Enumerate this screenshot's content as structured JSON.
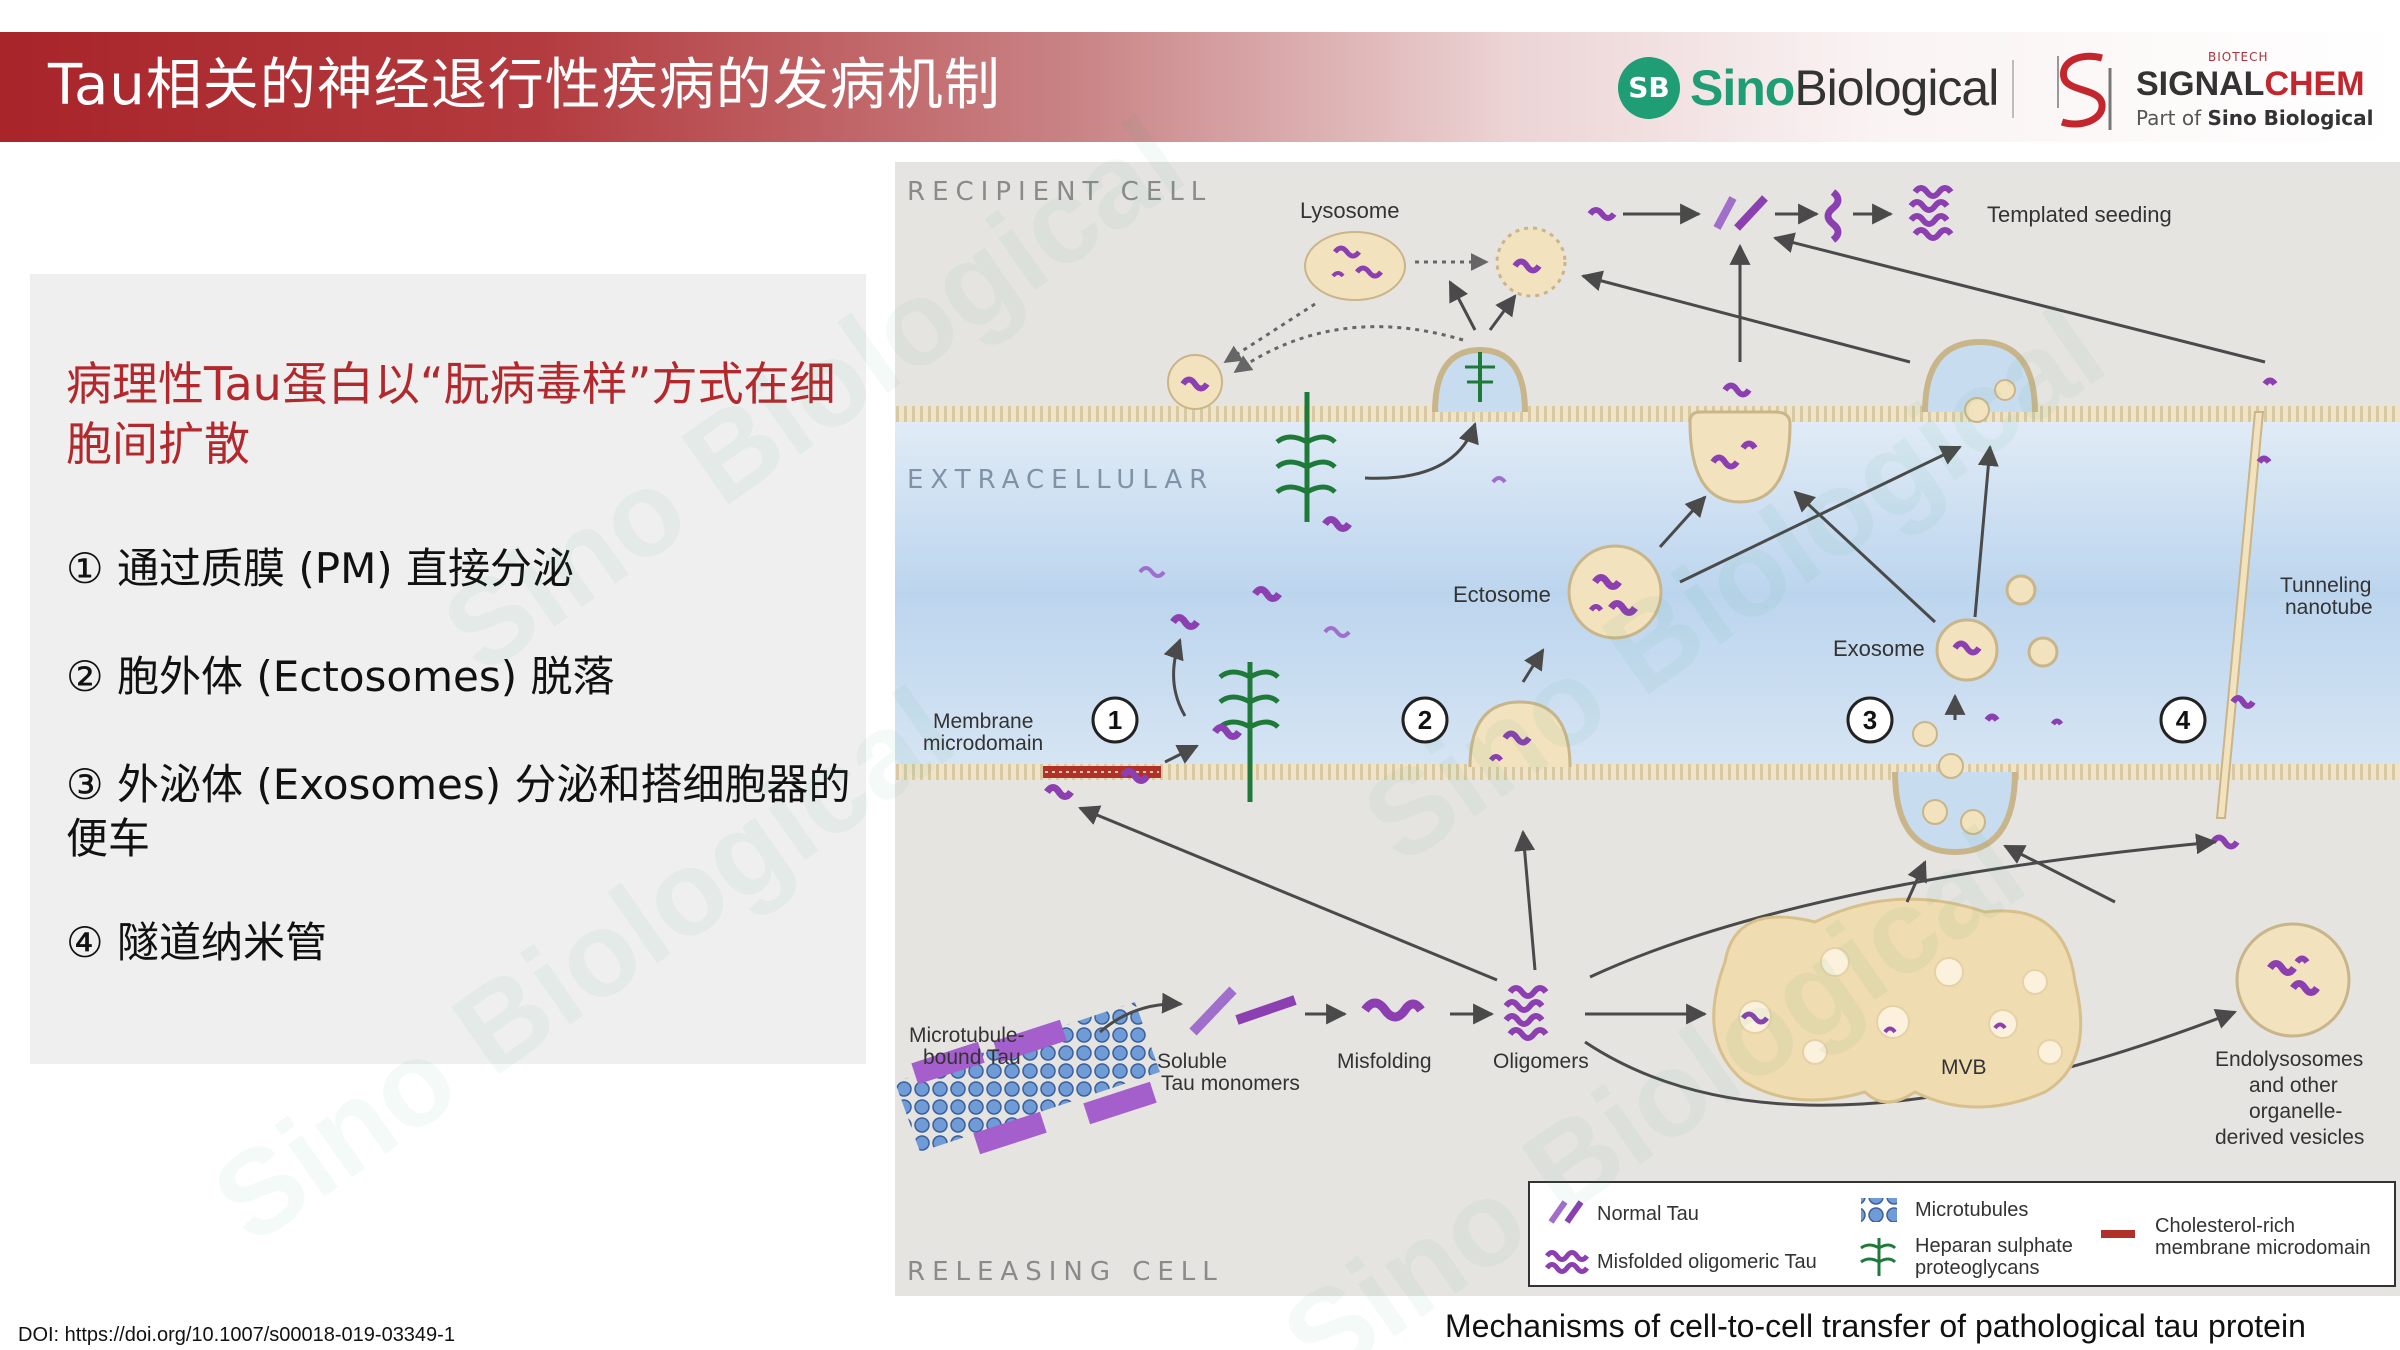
{
  "header": {
    "title": "Tau相关的神经退行性疾病的发病机制",
    "sino_logo": {
      "mark": "SB",
      "brand_part1": "Sino",
      "brand_part2": "Biological",
      "color": "#1f9d74"
    },
    "signalchem_logo": {
      "biotech": "BIOTECH",
      "brand_part1": "SIGNAL",
      "brand_part2": "CHEM",
      "tagline_prefix": "Part of ",
      "tagline_brand": "Sino Biological",
      "color": "#c4262e"
    },
    "gradient_color": "#a8252a"
  },
  "panel": {
    "heading": "病理性Tau蛋白以“朊病毒样”方式在细胞间扩散",
    "items": [
      "① 通过质膜 (PM) 直接分泌",
      "② 胞外体 (Ectosomes) 脱落",
      "③ 外泌体 (Exosomes) 分泌和搭细胞器的便车",
      "④ 隧道纳米管"
    ]
  },
  "figure": {
    "regions": {
      "recipient": "RECIPIENT CELL",
      "extracellular": "EXTRACELLULAR",
      "releasing": "RELEASING CELL"
    },
    "labels": {
      "lysosome": "Lysosome",
      "templated_seeding": "Templated seeding",
      "ectosome": "Ectosome",
      "exosome": "Exosome",
      "tunneling_1": "Tunneling",
      "tunneling_2": "nanotube",
      "membrane_1": "Membrane",
      "membrane_2": "microdomain",
      "microtubule_1": "Microtubule-",
      "microtubule_2": "bound Tau",
      "soluble_1": "Soluble",
      "soluble_2": "Tau monomers",
      "misfolding": "Misfolding",
      "oligomers": "Oligomers",
      "mvb": "MVB",
      "endo_1": "Endolysosomes",
      "endo_2": "and other",
      "endo_3": "organelle-",
      "endo_4": "derived vesicles"
    },
    "step_numbers": [
      "1",
      "2",
      "3",
      "4"
    ],
    "legend": {
      "normal_tau": "Normal Tau",
      "misfolded_tau": "Misfolded oligomeric Tau",
      "microtubules": "Microtubules",
      "heparan_1": "Heparan sulphate",
      "heparan_2": "proteoglycans",
      "cholesterol_1": "Cholesterol-rich",
      "cholesterol_2": "membrane microdomain"
    },
    "colors": {
      "tau": "#8b3fb0",
      "vesicle": "#f2e2be",
      "extracellular": "#c8dcf0",
      "membrane": "#d9cdb0",
      "hspg": "#1f7a3a",
      "cholesterol": "#b0312a"
    },
    "caption": "Mechanisms of cell-to-cell transfer of pathological tau protein"
  },
  "doi": "DOI: https://doi.org/10.1007/s00018-019-03349-1",
  "watermark": "Sino Biological"
}
